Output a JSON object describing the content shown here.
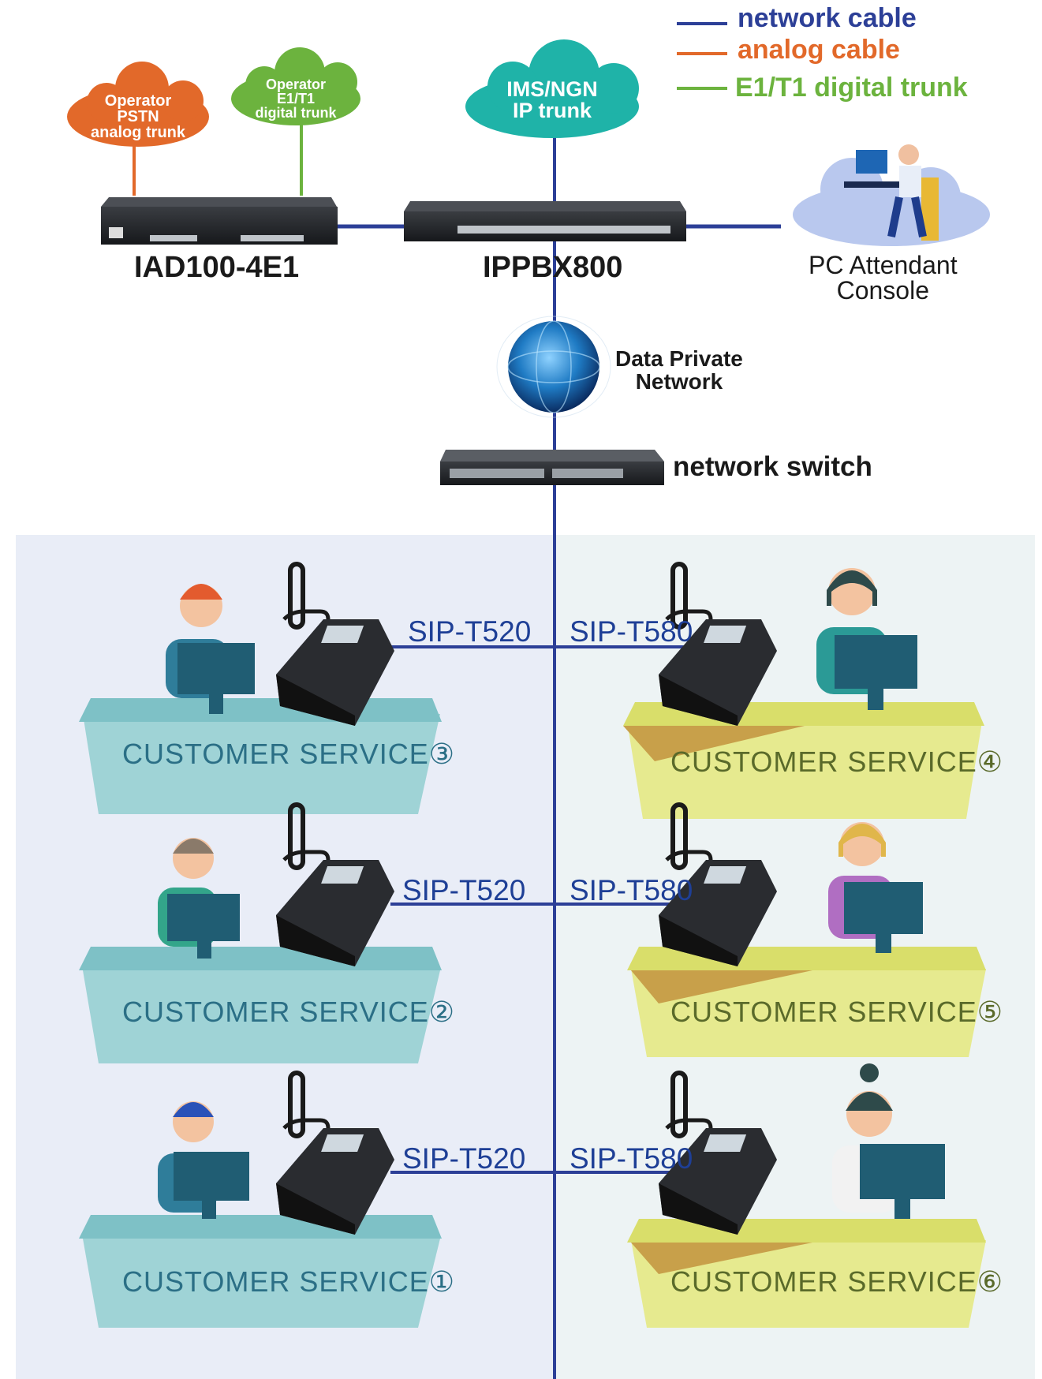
{
  "legend": {
    "items": [
      {
        "label": "network cable",
        "color": "#2c3f97"
      },
      {
        "label": "analog cable",
        "color": "#e2692a"
      },
      {
        "label": "E1/T1 digital trunk",
        "color": "#6cb33e"
      }
    ]
  },
  "clouds": {
    "pstn": {
      "line1": "Operator",
      "line2": "PSTN",
      "line3": "analog trunk",
      "color": "#e2692a"
    },
    "e1t1": {
      "line1": "Operator",
      "line2": "E1/T1",
      "line3": "digital trunk",
      "color": "#6cb33e"
    },
    "ims": {
      "line1": "IMS/NGN",
      "line2": "IP trunk",
      "color": "#1fb3a8"
    }
  },
  "devices": {
    "iad": "IAD100-4E1",
    "ippbx": "IPPBX800",
    "attendant_line1": "PC Attendant",
    "attendant_line2": "Console",
    "network_line1": "Data Private",
    "network_line2": "Network",
    "switch": "network switch"
  },
  "phones": {
    "left_model": "SIP-T520",
    "right_model": "SIP-T580"
  },
  "desks": {
    "left": [
      "CUSTOMER SERVICE③",
      "CUSTOMER SERVICE②",
      "CUSTOMER SERVICE①"
    ],
    "right": [
      "CUSTOMER SERVICE④",
      "CUSTOMER SERVICE⑤",
      "CUSTOMER SERVICE⑥"
    ]
  },
  "colors": {
    "network": "#2c3f97",
    "analog": "#e2692a",
    "digital": "#6cb33e",
    "left_bg": "#e9edf7",
    "right_bg": "#edf3f4",
    "desk_blue": "#9fd3d6",
    "desk_yellow": "#e6ea8f"
  }
}
